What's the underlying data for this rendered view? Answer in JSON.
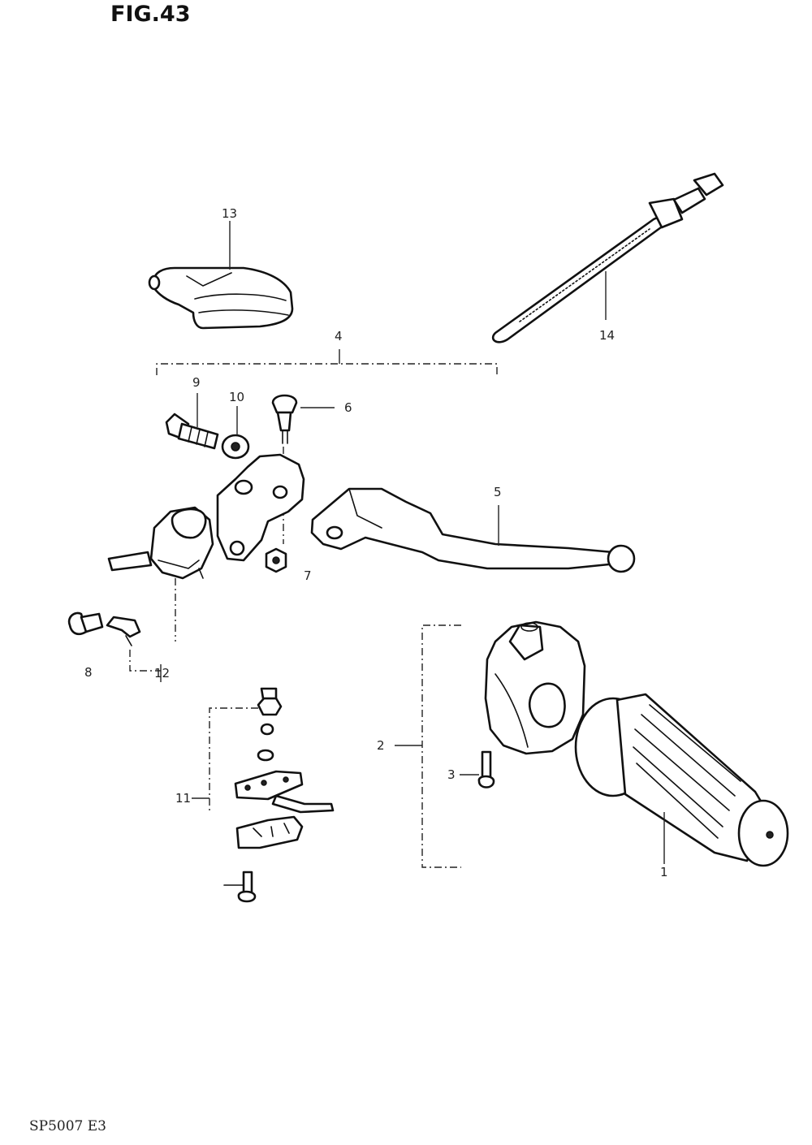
{
  "figure": {
    "title": "FIG.43",
    "drawing_code": "SP5007  E3"
  },
  "callouts": [
    {
      "id": "c1",
      "text": "1"
    },
    {
      "id": "c2",
      "text": "2"
    },
    {
      "id": "c3",
      "text": "3"
    },
    {
      "id": "c4",
      "text": "4"
    },
    {
      "id": "c5",
      "text": "5"
    },
    {
      "id": "c6",
      "text": "6"
    },
    {
      "id": "c7",
      "text": "7"
    },
    {
      "id": "c8",
      "text": "8"
    },
    {
      "id": "c9",
      "text": "9"
    },
    {
      "id": "c10",
      "text": "10"
    },
    {
      "id": "c11",
      "text": "11"
    },
    {
      "id": "c12",
      "text": "12"
    },
    {
      "id": "c13",
      "text": "13"
    },
    {
      "id": "c14",
      "text": "14"
    }
  ]
}
